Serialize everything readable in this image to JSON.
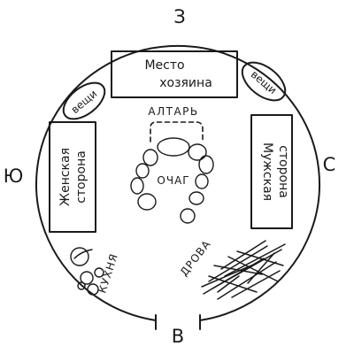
{
  "directions": {
    "north": "З",
    "east": "С",
    "south": "В",
    "west": "Ю"
  },
  "host_place": {
    "line1": "Место",
    "line2": "хозяина"
  },
  "belongings_left": "вещи",
  "belongings_right": "вещи",
  "altar": "АЛТАРЬ",
  "hearth": "ОЧАГ",
  "women_side": {
    "line1": "Женская",
    "line2": "сторона"
  },
  "men_side": {
    "line1": "Мужская",
    "line2": "сторона"
  },
  "kitchen": "КУХНЯ",
  "firewood": "ДРОВА"
}
